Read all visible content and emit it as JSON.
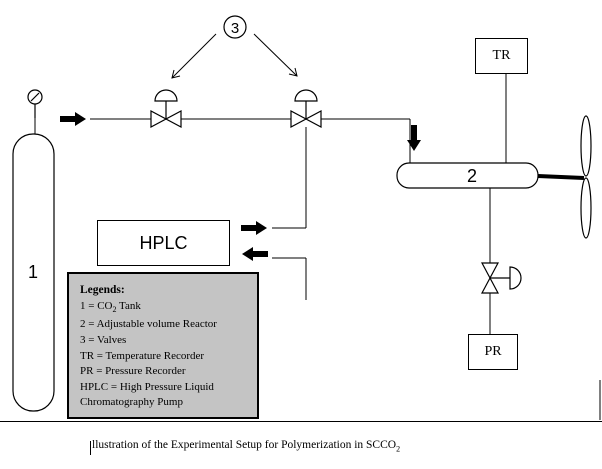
{
  "diagram": {
    "tank_number": "1",
    "reactor_number": "2",
    "valves_callout": "3",
    "tr_label": "TR",
    "pr_label": "PR",
    "hplc_label": "HPLC"
  },
  "legend": {
    "title": "Legends:",
    "items": [
      {
        "prefix": "1 = CO",
        "sub": "2",
        "suffix": " Tank"
      },
      {
        "prefix": "2 = Adjustable volume Reactor",
        "sub": "",
        "suffix": ""
      },
      {
        "prefix": "3 = Valves",
        "sub": "",
        "suffix": ""
      },
      {
        "prefix": "TR = Temperature Recorder",
        "sub": "",
        "suffix": ""
      },
      {
        "prefix": "PR = Pressure Recorder",
        "sub": "",
        "suffix": ""
      },
      {
        "prefix": "HPLC = High Pressure Liquid",
        "sub": "",
        "suffix": ""
      },
      {
        "prefix": "Chromatography Pump",
        "sub": "",
        "suffix": ""
      }
    ]
  },
  "caption": {
    "text": "llustration of the Experimental Setup for Polymerization in SCCO",
    "sub": "2"
  }
}
